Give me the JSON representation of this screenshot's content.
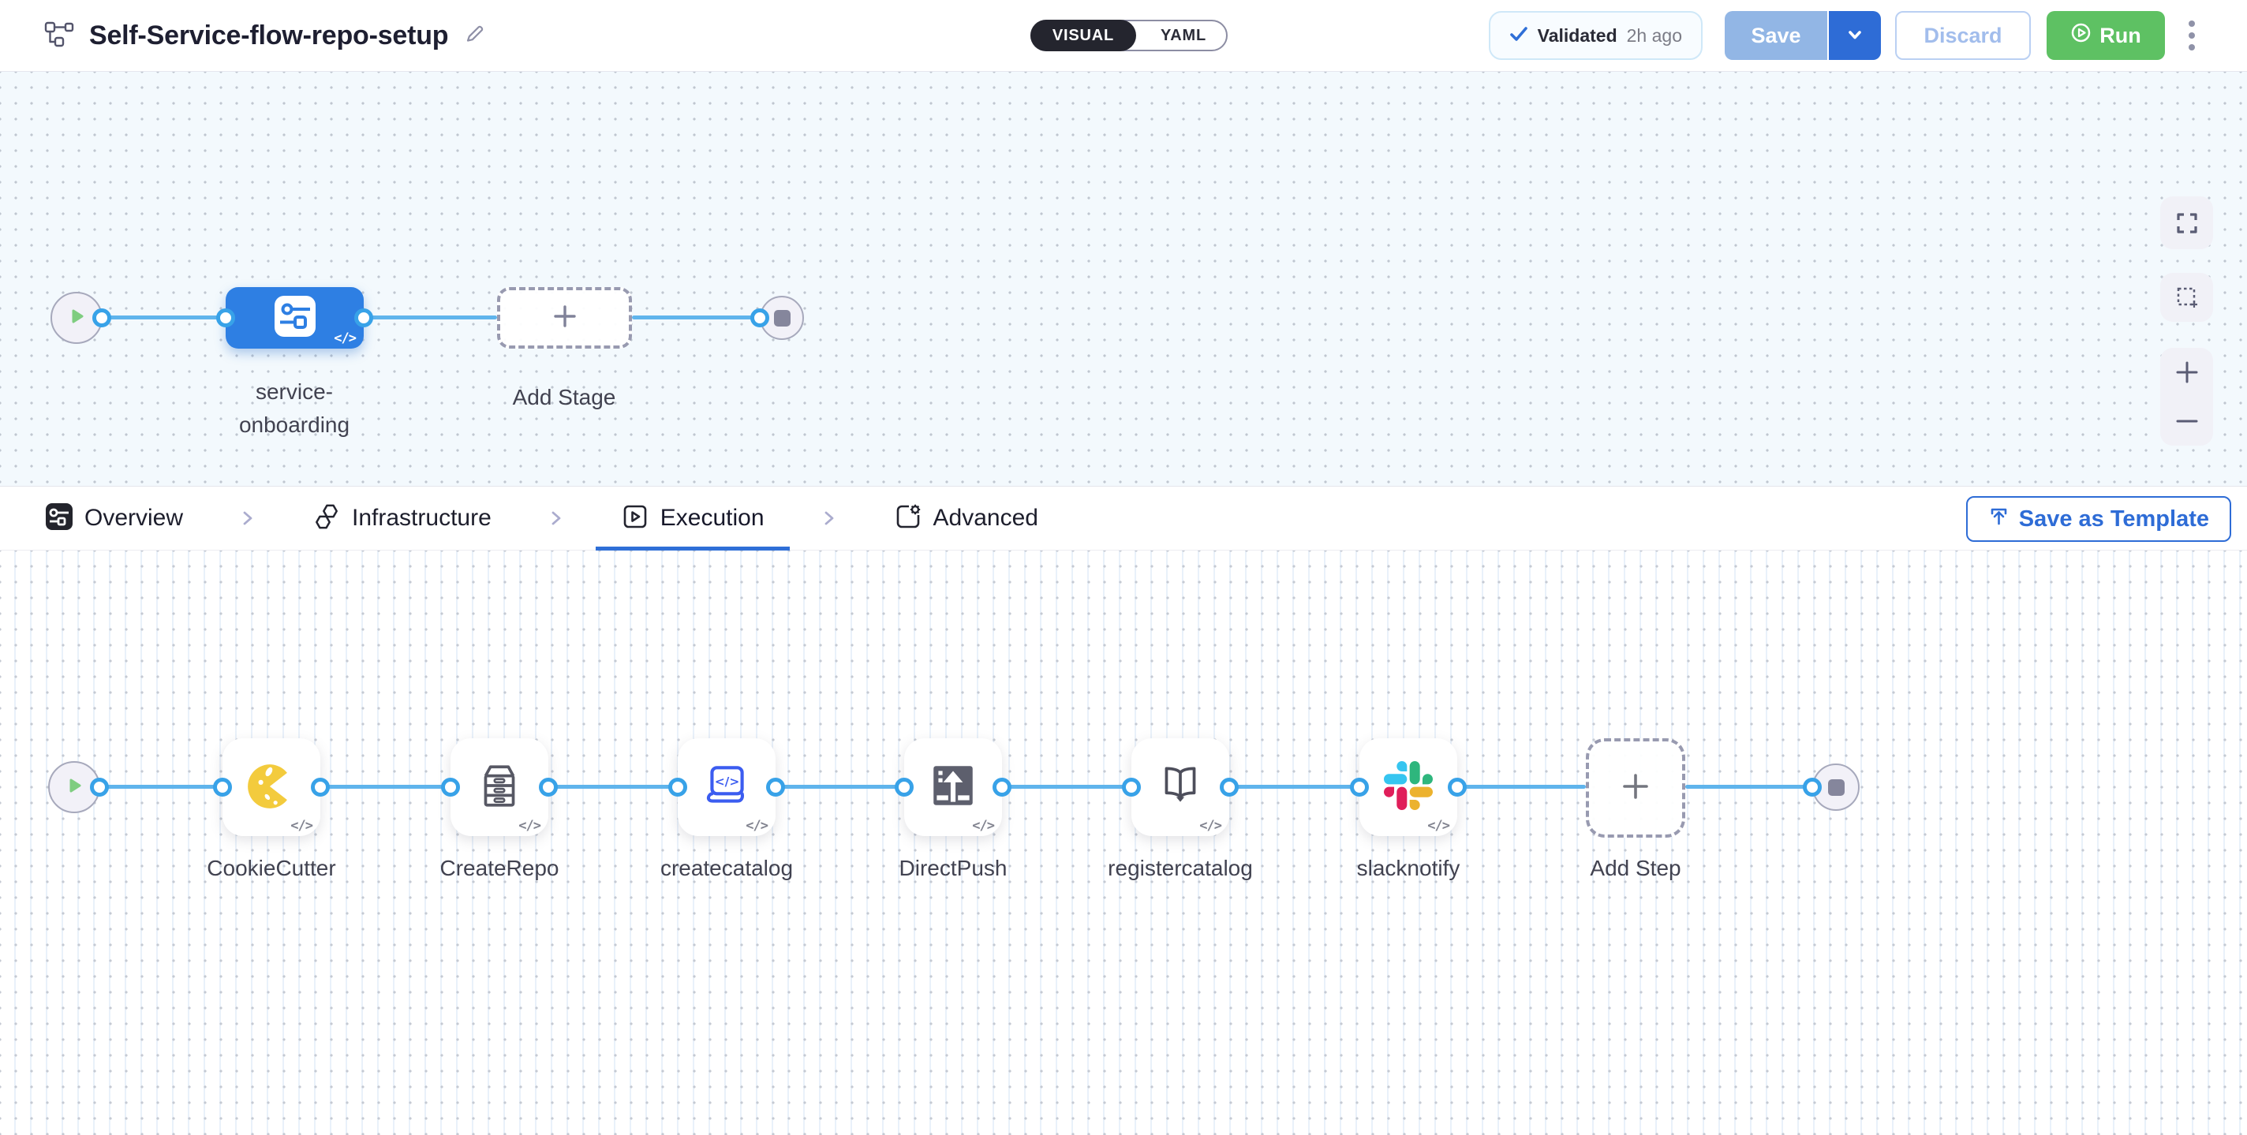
{
  "header": {
    "title": "Self-Service-flow-repo-setup",
    "toggle": {
      "visual_label": "VISUAL",
      "yaml_label": "YAML",
      "active": "VISUAL"
    },
    "validated": {
      "label": "Validated",
      "time_ago": "2h ago"
    },
    "buttons": {
      "save": "Save",
      "discard": "Discard",
      "run": "Run"
    }
  },
  "stage_flow": {
    "stage_label": "service-onboarding",
    "add_stage_label": "Add Stage"
  },
  "tabs": {
    "items": [
      {
        "label": "Overview",
        "icon": "overview-stages-icon",
        "active": false
      },
      {
        "label": "Infrastructure",
        "icon": "infrastructure-hexagons-icon",
        "active": false
      },
      {
        "label": "Execution",
        "icon": "execution-play-icon",
        "active": true
      },
      {
        "label": "Advanced",
        "icon": "advanced-doc-gear-icon",
        "active": false
      }
    ],
    "save_as_template": "Save as Template"
  },
  "execution_flow": {
    "steps": [
      {
        "name": "CookieCutter",
        "icon": "cookiecutter-cookie-icon"
      },
      {
        "name": "CreateRepo",
        "icon": "drawer-cabinet-icon"
      },
      {
        "name": "createcatalog",
        "icon": "code-catalog-icon"
      },
      {
        "name": "DirectPush",
        "icon": "push-upload-icon"
      },
      {
        "name": "registercatalog",
        "icon": "open-book-icon"
      },
      {
        "name": "slacknotify",
        "icon": "slack-icon"
      }
    ],
    "add_step_label": "Add Step"
  },
  "code_badge": "</>",
  "colors": {
    "accent_blue": "#2f6fd7",
    "stage_blue": "#2e7fe3",
    "connector_blue": "#5fb4ec",
    "port_ring_blue": "#38a2e8",
    "run_green": "#5ec163",
    "catalog_blue": "#3b5cf0",
    "slack_blue": "#36C5F0",
    "slack_green": "#2EB67D",
    "slack_yellow": "#ECB22E",
    "slack_red": "#E01E5A"
  }
}
